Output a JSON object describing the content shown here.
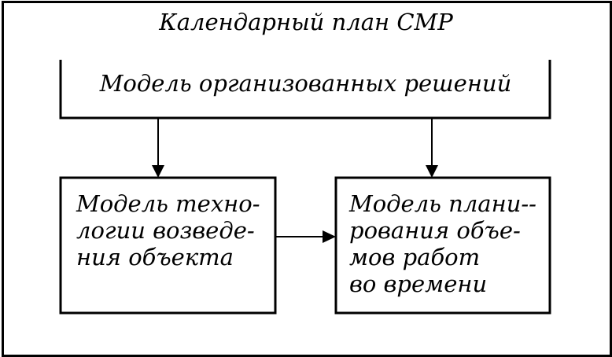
{
  "diagram": {
    "title": "Календарный план СМР",
    "top_block": {
      "label": "Модель организованных  решений"
    },
    "left_box": {
      "label": "Модель техно-\nлогии возведе-\nния объекта"
    },
    "right_box": {
      "label": "Модель плани--\nрования объе-\nмов работ\nво времени"
    }
  }
}
